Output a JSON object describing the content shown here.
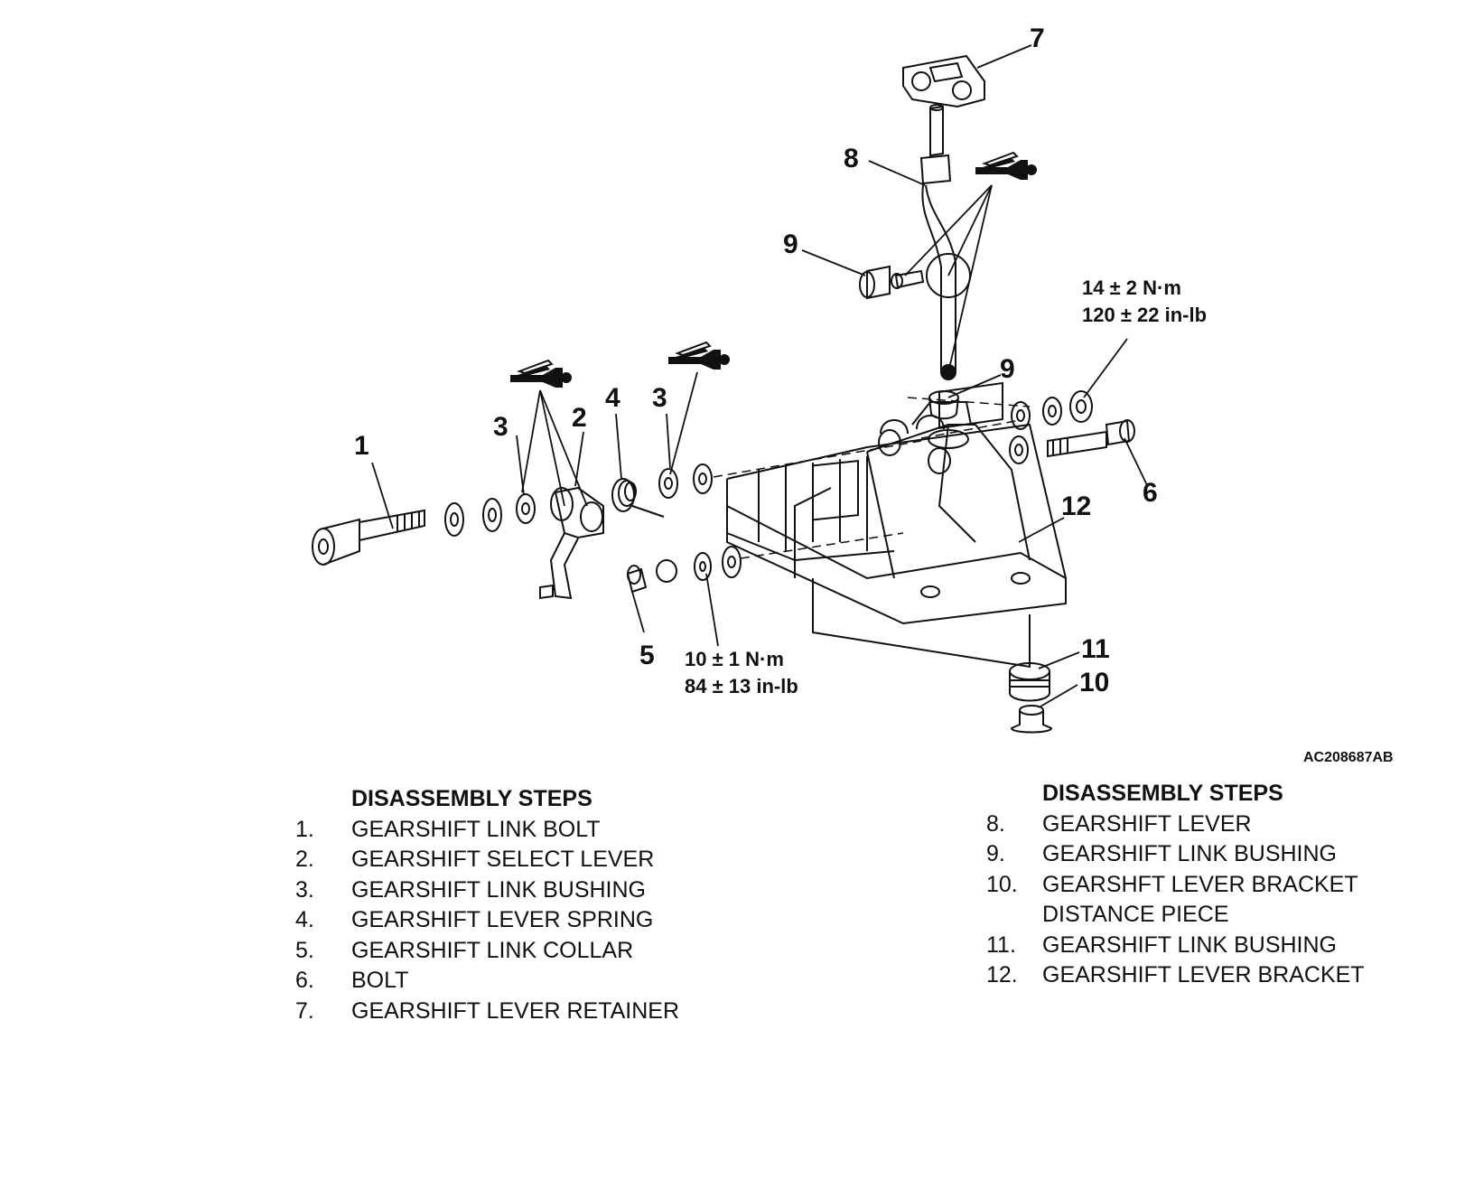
{
  "diagram": {
    "callouts": {
      "c1": "1",
      "c2": "2",
      "c3a": "3",
      "c3b": "3",
      "c4": "4",
      "c5": "5",
      "c6": "6",
      "c7": "7",
      "c8": "8",
      "c9a": "9",
      "c9b": "9",
      "c10": "10",
      "c11": "11",
      "c12": "12"
    },
    "torque_upper": {
      "metric": "14 ± 2 N·m",
      "imperial": "120 ± 22 in-lb"
    },
    "torque_lower": {
      "metric": "10 ± 1 N·m",
      "imperial": "84 ± 13 in-lb"
    },
    "figure_code": "AC208687AB",
    "grease_icon_count_shown": 3
  },
  "steps_left": {
    "heading": "DISASSEMBLY STEPS",
    "items": [
      {
        "num": "1.",
        "name": "GEARSHIFT LINK BOLT"
      },
      {
        "num": "2.",
        "name": "GEARSHIFT SELECT LEVER"
      },
      {
        "num": "3.",
        "name": "GEARSHIFT LINK BUSHING"
      },
      {
        "num": "4.",
        "name": "GEARSHIFT LEVER SPRING"
      },
      {
        "num": "5.",
        "name": "GEARSHIFT LINK COLLAR"
      },
      {
        "num": "6.",
        "name": "BOLT"
      },
      {
        "num": "7.",
        "name": "GEARSHIFT LEVER RETAINER"
      }
    ]
  },
  "steps_right": {
    "heading": "DISASSEMBLY STEPS",
    "items": [
      {
        "num": "8.",
        "name": "GEARSHIFT LEVER"
      },
      {
        "num": "9.",
        "name": "GEARSHIFT LINK BUSHING"
      },
      {
        "num": "10.",
        "name": "GEARSHFT LEVER BRACKET"
      },
      {
        "num": "",
        "name": "DISTANCE PIECE"
      },
      {
        "num": "11.",
        "name": "GEARSHIFT LINK BUSHING"
      },
      {
        "num": "12.",
        "name": "GEARSHIFT LEVER BRACKET"
      }
    ]
  }
}
